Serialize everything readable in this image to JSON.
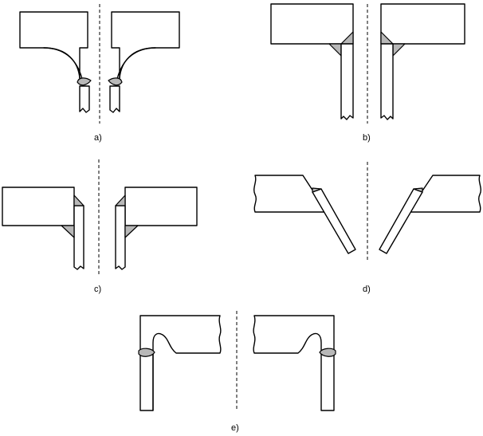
{
  "labels": {
    "a": "a)",
    "b": "b)",
    "c": "c)",
    "d": "d)",
    "e": "e)"
  },
  "colors": {
    "weld": "#b8b8b8",
    "stroke": "#000000",
    "background": "#ffffff"
  }
}
